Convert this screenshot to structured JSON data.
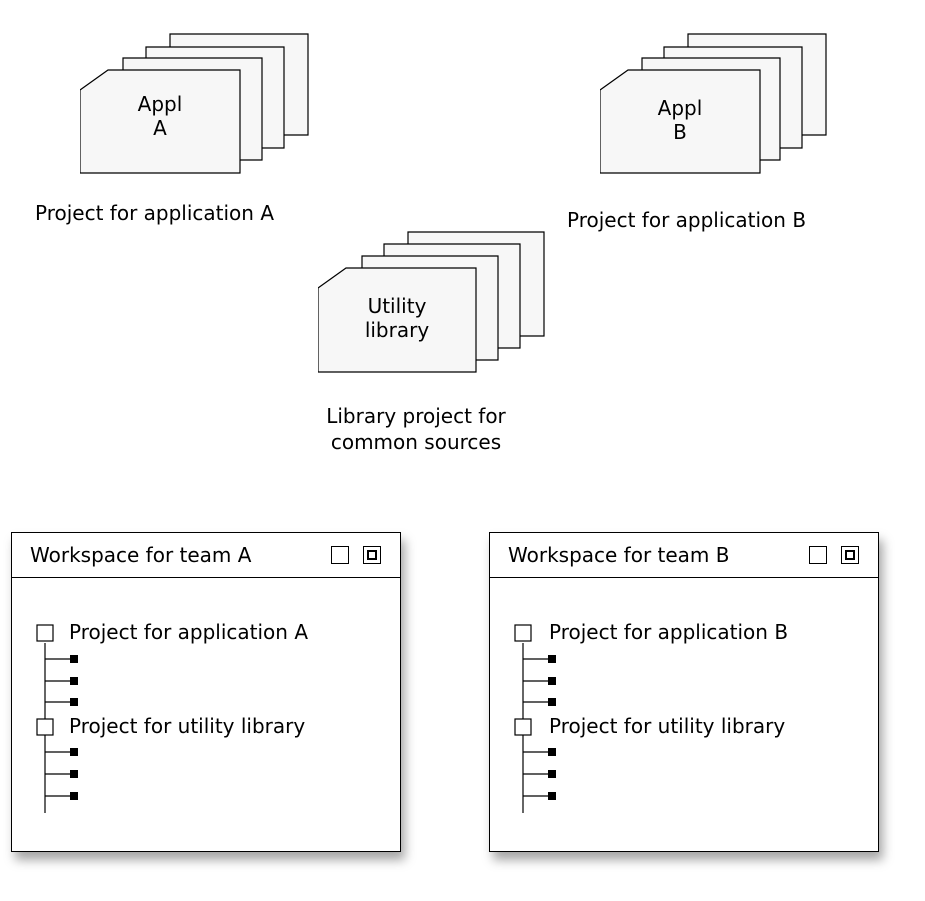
{
  "stacks": {
    "app_a": {
      "label": "Appl\nA",
      "caption": "Project for application A"
    },
    "app_b": {
      "label": "Appl\nB",
      "caption": "Project for application B"
    },
    "library": {
      "label": "Utility\nlibrary",
      "caption": "Library project for\ncommon sources"
    }
  },
  "workspaces": [
    {
      "title": "Workspace for team A",
      "projects": [
        {
          "label": "Project for application A",
          "children": 3
        },
        {
          "label": "Project for utility library",
          "children": 3
        }
      ]
    },
    {
      "title": "Workspace for team B",
      "projects": [
        {
          "label": "Project for application B",
          "children": 3
        },
        {
          "label": "Project for utility library",
          "children": 3
        }
      ]
    }
  ],
  "colors": {
    "sheet_fill": "#f7f7f7",
    "stroke": "#000000",
    "background": "#ffffff"
  },
  "icons": {
    "window_minimize": "minimize-icon",
    "window_maximize": "maximize-icon",
    "project_node": "tree-node-icon",
    "child_item": "tree-leaf-icon"
  }
}
